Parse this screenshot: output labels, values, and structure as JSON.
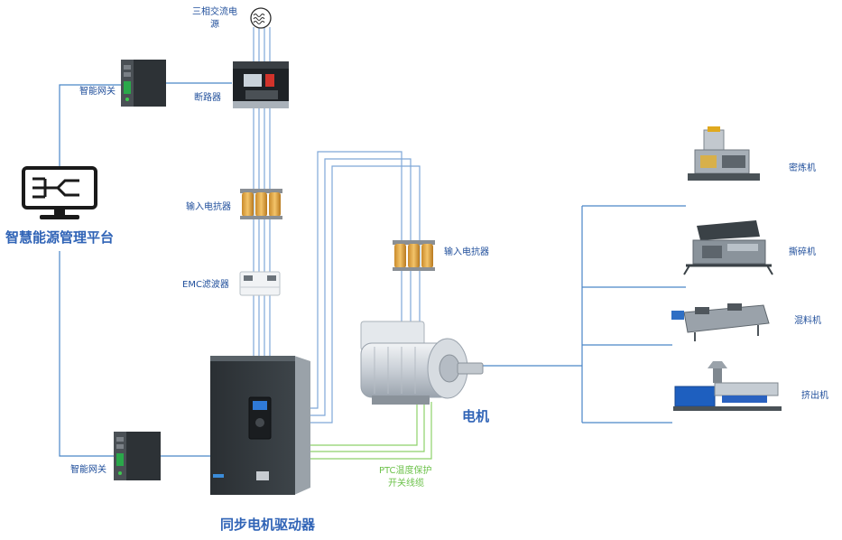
{
  "labels": {
    "power_source_line1": "三相交流电",
    "power_source_line2": "源",
    "gateway_top": "智能网关",
    "breaker": "断路器",
    "input_reactor_left": "输入电抗器",
    "emc_filter": "EMC滤波器",
    "platform": "智慧能源管理平台",
    "input_reactor_right": "输入电抗器",
    "motor": "电机",
    "gateway_bottom": "智能网关",
    "ptc_line1": "PTC温度保护",
    "ptc_line2": "开关线缆",
    "driver": "同步电机驱动器",
    "machine_1": "密炼机",
    "machine_2": "撕碎机",
    "machine_3": "混料机",
    "machine_4": "挤出机"
  },
  "colors": {
    "power_line": "#7fa8d8",
    "signal_line": "#4a86c8",
    "ptc_line": "#8ed16a",
    "label_blue": "#1f4e9b",
    "title_blue": "#2f63b6",
    "ptc_label": "#6cc24a"
  },
  "icons": {
    "ac_source": "ac-wave-icon",
    "platform": "monitor-icon",
    "gateway": "gateway-device-icon",
    "breaker": "circuit-breaker-icon",
    "reactor": "reactor-coil-icon",
    "emc": "emc-filter-icon",
    "driver": "drive-cabinet-icon",
    "motor": "motor-icon"
  }
}
